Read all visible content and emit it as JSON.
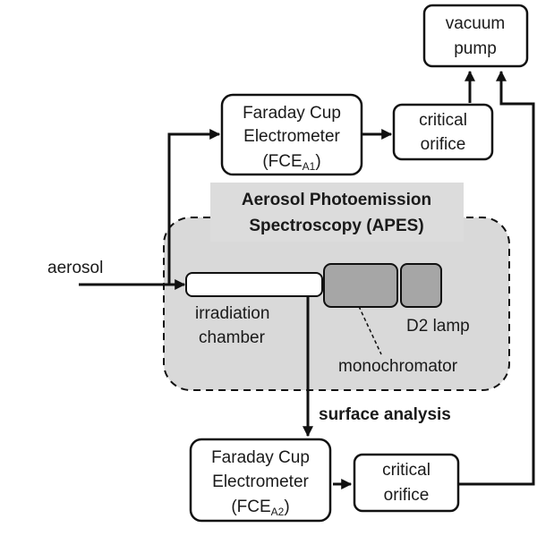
{
  "nodes": {
    "vacuum_pump": {
      "line1": "vacuum",
      "line2": "pump"
    },
    "fce_a1": {
      "line1": "Faraday Cup",
      "line2": "Electrometer",
      "line3_main": "(FCE",
      "line3_sub": "A1",
      "line3_end": ")"
    },
    "critical_orifice_1": {
      "line1": "critical",
      "line2": "orifice"
    },
    "apes": {
      "line1": "Aerosol Photoemission",
      "line2": "Spectroscopy (APES)"
    },
    "irradiation_chamber": {
      "line1": "irradiation",
      "line2": "chamber"
    },
    "monochromator": {
      "label": "monochromator"
    },
    "d2_lamp": {
      "label": "D2 lamp"
    },
    "fce_a2": {
      "line1": "Faraday Cup",
      "line2": "Electrometer",
      "line3_main": "(FCE",
      "line3_sub": "A2",
      "line3_end": ")"
    },
    "critical_orifice_2": {
      "line1": "critical",
      "line2": "orifice"
    }
  },
  "labels": {
    "aerosol": "aerosol",
    "surface_analysis": "surface analysis"
  },
  "colors": {
    "apes_region_fill": "#d9d9d9",
    "apes_title_fill": "#dcdcdc",
    "component_fill": "#a6a6a6",
    "line": "#111111"
  }
}
